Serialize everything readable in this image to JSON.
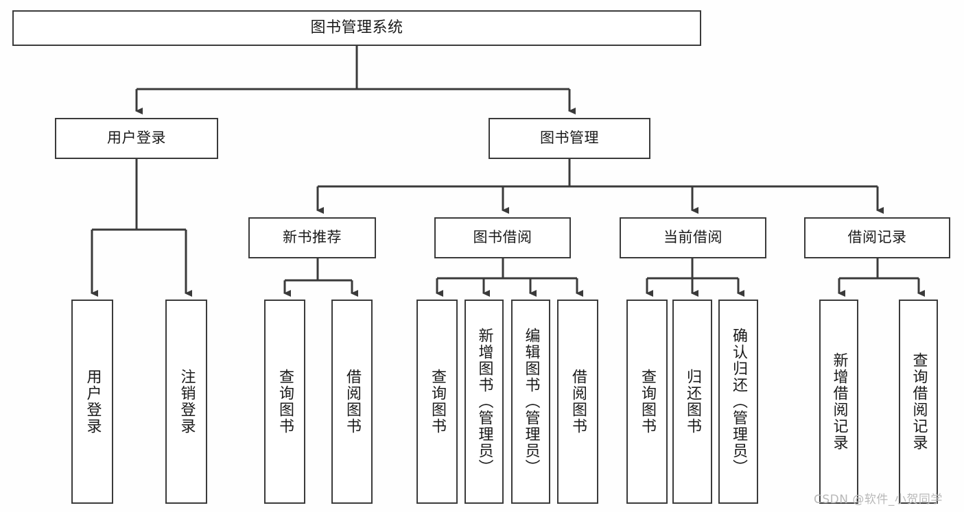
{
  "diagram": {
    "type": "tree",
    "title": "图书管理系统",
    "root": {
      "label": "图书管理系统"
    },
    "level1": [
      {
        "label": "用户登录"
      },
      {
        "label": "图书管理"
      }
    ],
    "level2": [
      {
        "label": "新书推荐"
      },
      {
        "label": "图书借阅"
      },
      {
        "label": "当前借阅"
      },
      {
        "label": "借阅记录"
      }
    ],
    "leaves": {
      "user_login": [
        {
          "label": "用户登录"
        },
        {
          "label": "注销登录"
        }
      ],
      "new_book_recommend": [
        {
          "label": "查询图书"
        },
        {
          "label": "借阅图书"
        }
      ],
      "book_borrow": [
        {
          "label": "查询图书"
        },
        {
          "label": "新增图书（管理员）"
        },
        {
          "label": "编辑图书（管理员）"
        },
        {
          "label": "借阅图书"
        }
      ],
      "current_borrow": [
        {
          "label": "查询图书"
        },
        {
          "label": "归还图书"
        },
        {
          "label": "确认归还（管理员）"
        }
      ],
      "borrow_record": [
        {
          "label": "新增借阅记录"
        },
        {
          "label": "查询借阅记录"
        }
      ]
    }
  },
  "watermark": {
    "text": "CSDN @软件_小贺同学"
  },
  "colors": {
    "line": "#3a3a3a",
    "node_fill": "#ffffff",
    "text": "#1a1a1a",
    "background": "#fefefe",
    "watermark": "#b8b8b8"
  }
}
